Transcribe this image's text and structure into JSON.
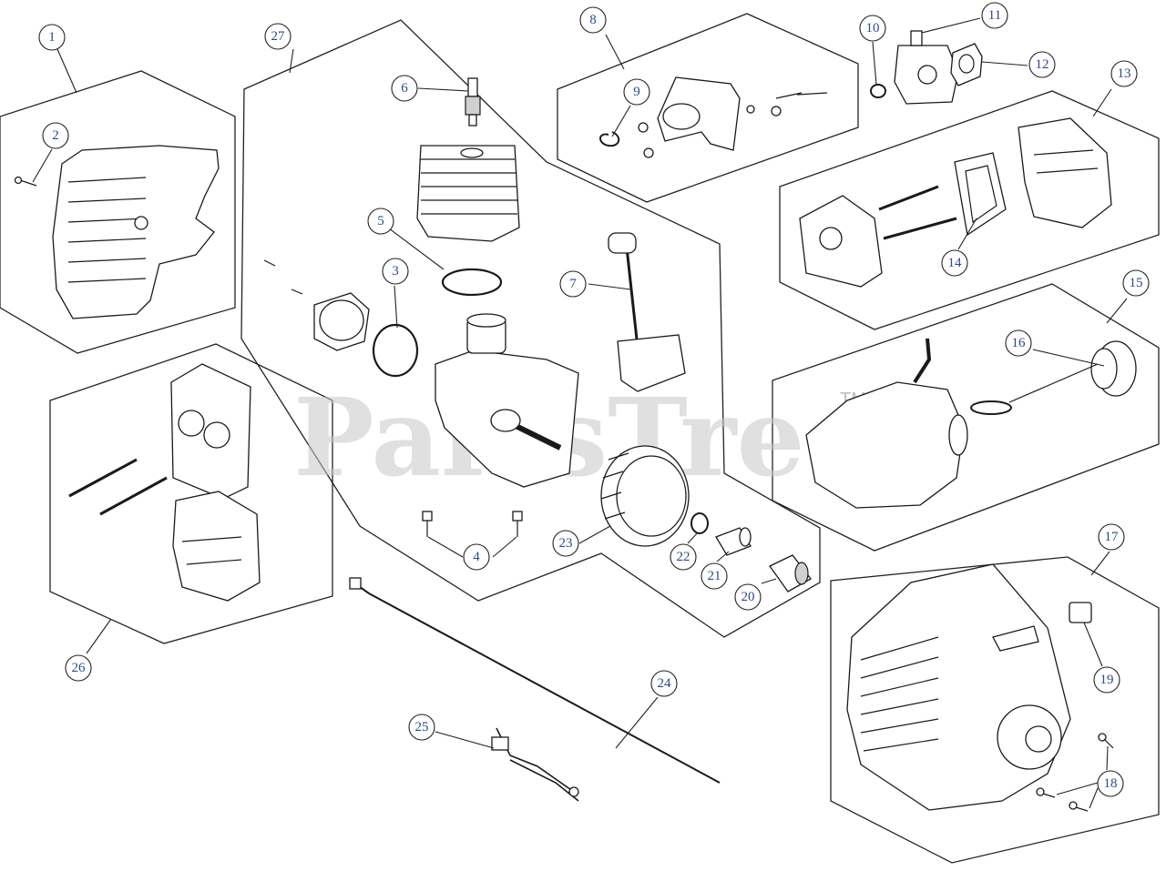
{
  "diagram": {
    "watermark": "PartsTree",
    "trademark": "TM",
    "callouts": [
      "1",
      "2",
      "3",
      "4",
      "5",
      "6",
      "7",
      "8",
      "9",
      "10",
      "11",
      "12",
      "13",
      "14",
      "15",
      "16",
      "17",
      "18",
      "19",
      "20",
      "21",
      "22",
      "23",
      "24",
      "25",
      "26",
      "27"
    ]
  }
}
